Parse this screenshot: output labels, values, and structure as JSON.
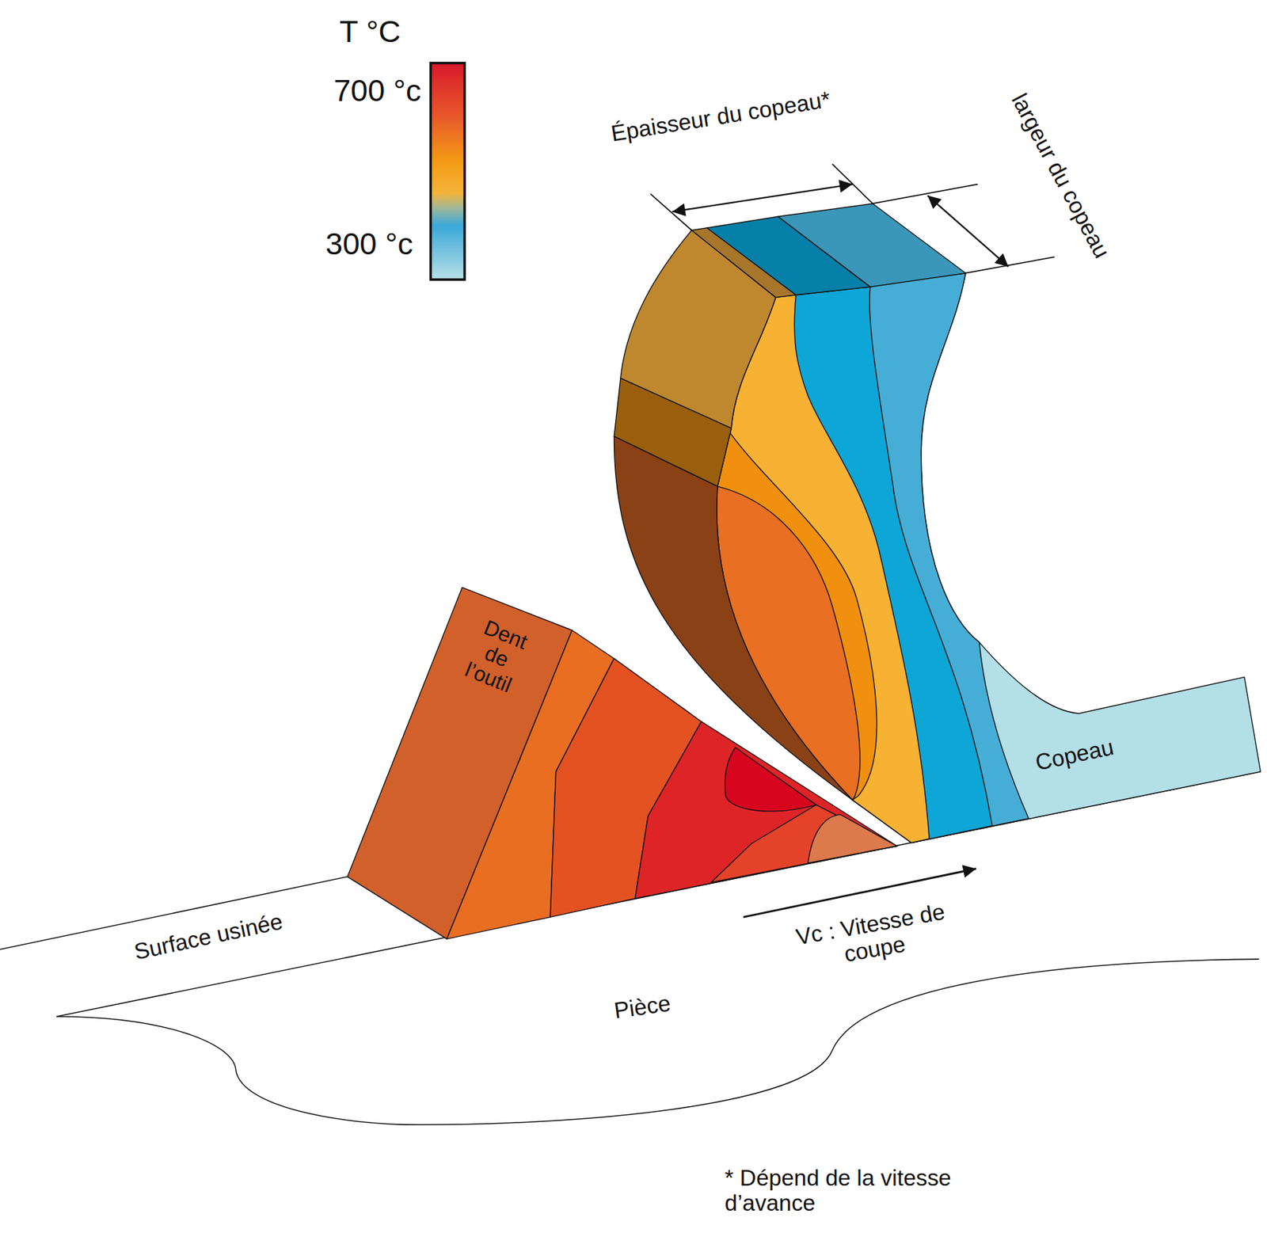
{
  "diagram": {
    "nodes": [
      {
        "text": [
          "Dent de l’outil"
        ]
      },
      {
        "text": [
          "Copeau"
        ]
      },
      {
        "text": [
          "Pièce"
        ]
      }
    ],
    "labels": [
      "T °C",
      "700 °c",
      "300 °c",
      "Épaisseur du copeau*",
      "largeur du copeau",
      "Surface usinée",
      "Vc : Vitesse de coupe",
      "* Dépend de la vitesse d’avance"
    ]
  }
}
